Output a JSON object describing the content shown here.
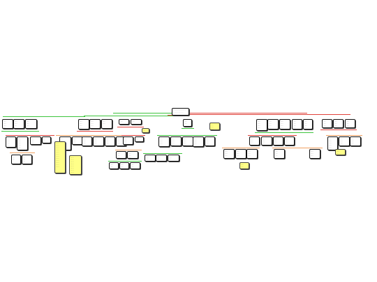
{
  "diagram": {
    "type": "mind-map",
    "colors": {
      "green_branch": "#3cc43c",
      "red_branch": "#e0413a",
      "orange_branch": "#f0a060",
      "note_fill": "#ffff88",
      "node_border": "#111111"
    },
    "nodes": [
      {
        "id": "root",
        "kind": "root",
        "label": "· · · · · · · · · · · ·\n· · · · · · · · · ·"
      },
      {
        "id": "b1a",
        "kind": "node",
        "label": "·····\n·····\n·····\n····"
      },
      {
        "id": "b1b",
        "kind": "node",
        "label": "·····\n·····\n····"
      },
      {
        "id": "b1c",
        "kind": "node",
        "label": "·····\n·····\n·····"
      },
      {
        "id": "b1a1",
        "kind": "node",
        "label": "·····\n·····\n·····\n·····"
      },
      {
        "id": "b1a2",
        "kind": "node",
        "label": "·····\n·····\n·····\n·····\n·····"
      },
      {
        "id": "b1a3",
        "kind": "node",
        "label": "·····\n·····\n·····"
      },
      {
        "id": "b1a4",
        "kind": "node",
        "label": "····\n····"
      },
      {
        "id": "b1a5",
        "kind": "node",
        "label": "····\n····"
      },
      {
        "id": "b1a6",
        "kind": "node",
        "label": "····\n····\n····"
      },
      {
        "id": "b1a7",
        "kind": "node",
        "label": "·····\n·····\n·····\n·····\n·····\n·····"
      },
      {
        "id": "b1a8",
        "kind": "node",
        "label": "·····\n·····\n·····"
      },
      {
        "id": "n1",
        "kind": "note",
        "label": "······\n······\n······\n······\n······\n······\n······\n······\n······\n······\n······\n······"
      },
      {
        "id": "b2a",
        "kind": "node",
        "label": "·····\n·····\n·····\n·····"
      },
      {
        "id": "b2b",
        "kind": "node",
        "label": "·····\n·····\n·····"
      },
      {
        "id": "b2c",
        "kind": "node",
        "label": "·····\n·····"
      },
      {
        "id": "b2a1",
        "kind": "node",
        "label": "·····\n·····\n·····"
      },
      {
        "id": "b2a2",
        "kind": "node",
        "label": "·····\n·····\n·····"
      },
      {
        "id": "b2a3",
        "kind": "node",
        "label": "·····\n·····\n·····"
      },
      {
        "id": "b2a4",
        "kind": "node",
        "label": "·····\n·····\n·····"
      },
      {
        "id": "n2",
        "kind": "note",
        "label": "······\n······\n······\n······\n······\n······\n······\n······\n······\n······\n······\n······\n······"
      },
      {
        "id": "b3a",
        "kind": "node",
        "label": "·····"
      },
      {
        "id": "b3b",
        "kind": "node",
        "label": "·····"
      },
      {
        "id": "n3",
        "kind": "note",
        "label": "····\n····"
      },
      {
        "id": "b3a1",
        "kind": "node",
        "label": "·····\n·····\n·····"
      },
      {
        "id": "b3a2",
        "kind": "node",
        "label": "·····"
      },
      {
        "id": "b3a3",
        "kind": "node",
        "label": "·····\n·····\n·····"
      },
      {
        "id": "b3a4",
        "kind": "node",
        "label": "·····\n·····\n·····"
      },
      {
        "id": "b3a5",
        "kind": "node",
        "label": "·····\n·····"
      },
      {
        "id": "b3a6",
        "kind": "node",
        "label": "·····\n·····"
      },
      {
        "id": "b3a7",
        "kind": "node",
        "label": "·····\n·····"
      },
      {
        "id": "b4a",
        "kind": "node",
        "label": "·····\n·····"
      },
      {
        "id": "n4",
        "kind": "note",
        "label": "·····\n·····\n·····"
      },
      {
        "id": "b4a1",
        "kind": "node",
        "label": "·····\n·····\n·····\n·····\n·····"
      },
      {
        "id": "b4a2",
        "kind": "node",
        "label": "·····\n·····\n·····\n·····"
      },
      {
        "id": "b4a3",
        "kind": "node",
        "label": "·····\n·····\n·····\n·····"
      },
      {
        "id": "b4a4",
        "kind": "node",
        "label": "·····\n·····\n·····\n·····\n·····"
      },
      {
        "id": "b4a5",
        "kind": "node",
        "label": "·····\n·····\n·····\n·····"
      },
      {
        "id": "b4a6",
        "kind": "node",
        "label": "·····\n·····\n·····"
      },
      {
        "id": "b4a7",
        "kind": "node",
        "label": "·····\n·····\n·····"
      },
      {
        "id": "b4a8",
        "kind": "node",
        "label": "·····\n·····"
      },
      {
        "id": "b5a",
        "kind": "node",
        "label": "·····\n·····\n·····\n·····"
      },
      {
        "id": "b5b",
        "kind": "node",
        "label": "·····\n·····\n·····\n·····"
      },
      {
        "id": "b5c",
        "kind": "node",
        "label": "·····\n·····\n·····\n·····"
      },
      {
        "id": "b5d",
        "kind": "node",
        "label": "·····\n·····\n·····\n·····"
      },
      {
        "id": "b5e",
        "kind": "node",
        "label": "·····\n·····\n·····\n·····"
      },
      {
        "id": "b5a1",
        "kind": "node",
        "label": "·····\n·····\n·····"
      },
      {
        "id": "b5a2",
        "kind": "node",
        "label": "·····\n·····\n·····"
      },
      {
        "id": "b5a3",
        "kind": "node",
        "label": "·····\n·····\n·····"
      },
      {
        "id": "b5a4",
        "kind": "node",
        "label": "·····\n·····\n·····"
      },
      {
        "id": "b5a5",
        "kind": "node",
        "label": "·····\n·····\n·····"
      },
      {
        "id": "b5a6",
        "kind": "node",
        "label": "·····\n·····\n·····"
      },
      {
        "id": "b5a7",
        "kind": "node",
        "label": "·····\n·····\n·····"
      },
      {
        "id": "b5a8",
        "kind": "node",
        "label": "·····\n·····\n·····"
      },
      {
        "id": "b5a9",
        "kind": "node",
        "label": "·····\n·····\n·····"
      },
      {
        "id": "n5",
        "kind": "note",
        "label": "·····\n·····\n·····"
      },
      {
        "id": "b6a",
        "kind": "node",
        "label": "·····\n·····\n·····"
      },
      {
        "id": "b6b",
        "kind": "node",
        "label": "·····\n·····\n·····"
      },
      {
        "id": "b6c",
        "kind": "node",
        "label": "·····\n·····\n·····"
      },
      {
        "id": "b6a1",
        "kind": "node",
        "label": "·····\n·····\n·····\n·····\n·····\n·····"
      },
      {
        "id": "b6a2",
        "kind": "node",
        "label": "·····\n·····\n·····"
      },
      {
        "id": "b6a3",
        "kind": "node",
        "label": "·····\n·····\n·····"
      },
      {
        "id": "n6",
        "kind": "note",
        "label": "·····\n·····"
      }
    ]
  }
}
